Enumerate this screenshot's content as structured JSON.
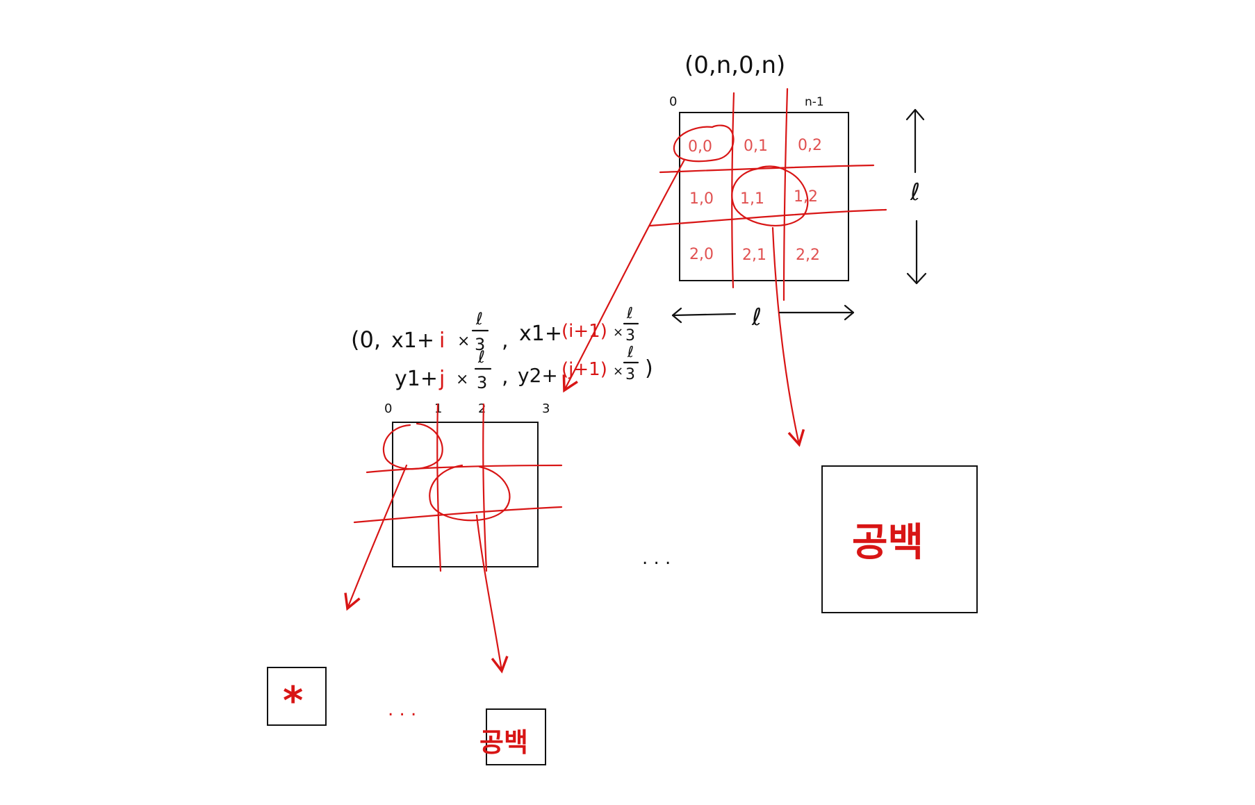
{
  "top": {
    "title": "(0,n,0,n)",
    "index_first": "0",
    "index_last": "n-1",
    "cells": [
      "0,0",
      "0,1",
      "0,2",
      "1,0",
      "1,1",
      "1,2",
      "2,0",
      "2,1",
      "2,2"
    ],
    "side_label": "ℓ",
    "bottom_label": "ℓ"
  },
  "formula": {
    "l1_open": "(0,",
    "l1_x1a": "x1+",
    "l1_i": "i",
    "l1_mul_a": "×",
    "l1_comma": ",",
    "l1_x1b": "x1+",
    "l1_ip1": "(i+1)",
    "l1_mul_b": "×",
    "l2_y1": "y1+",
    "l2_j": "j",
    "l2_mul_a": "×",
    "l2_comma": ",",
    "l2_y2": "y2+",
    "l2_jp1": "(j+1)",
    "l2_mul_b": "×",
    "l2_close": ")",
    "frac_num": "ℓ",
    "frac_den": "3"
  },
  "middle": {
    "indices": [
      "0",
      "1",
      "2",
      "3"
    ]
  },
  "ellipsis_mid": ". . .",
  "ellipsis_bottom": ". . .",
  "blank_big_label": "공백",
  "blank_small_label": "공백",
  "star_label": "*",
  "colors": {
    "ink": "#111111",
    "red": "#d81515",
    "cell_text": "#e05050"
  }
}
